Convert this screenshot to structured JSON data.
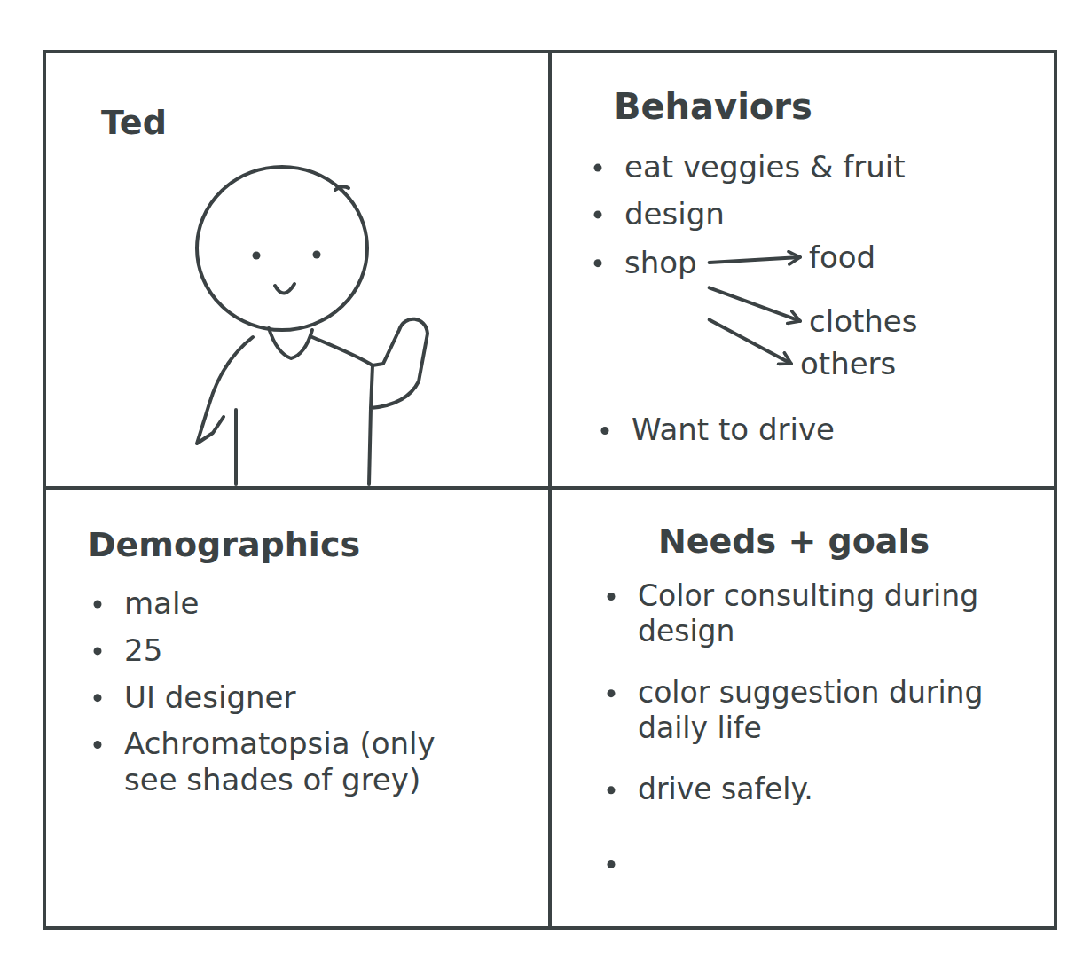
{
  "diagram": {
    "nodes": [
      {
        "text": [
          "Ted"
        ]
      },
      {
        "text": [
          "Behaviors",
          "eat veggies & fruit",
          "design",
          "shop",
          "food",
          "clothes",
          "others",
          "Want to drive"
        ]
      },
      {
        "text": [
          "Demographics",
          "male",
          "25",
          "UI designer",
          "Achromatopsia (only see shades of grey)"
        ]
      },
      {
        "text": [
          "Needs + goals",
          "Color consulting during design",
          "color suggestion during daily life",
          "drive safely."
        ]
      }
    ]
  }
}
